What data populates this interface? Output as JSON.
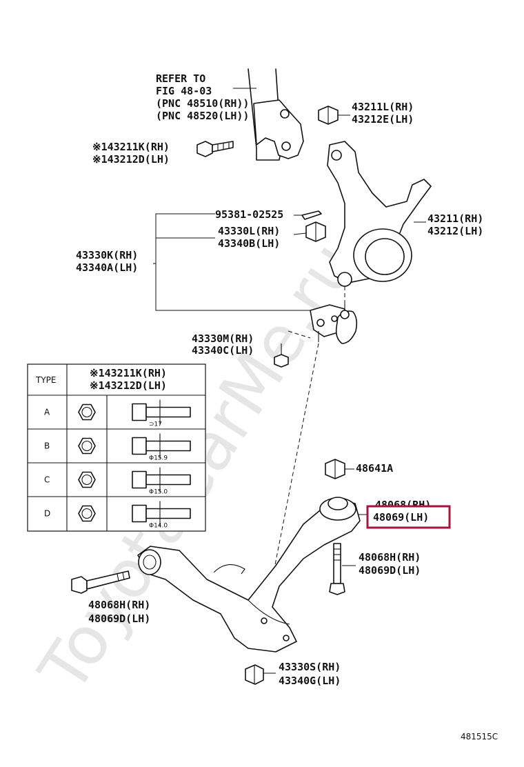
{
  "watermark": "ToyotaCarMe.ru",
  "refer": {
    "line1": "REFER TO",
    "line2": "FIG 48-03",
    "line3": "(PNC 48510(RH))",
    "line4": "(PNC 48520(LH))"
  },
  "labels": {
    "l43211L": "43211L(RH)",
    "l43212E": "43212E(LH)",
    "l143211K": "※143211K(RH)",
    "l143212D": "※143212D(LH)",
    "l95381": "95381-02525",
    "l43211": "43211(RH)",
    "l43212": "43212(LH)",
    "l43330L": "43330L(RH)",
    "l43340B": "43340B(LH)",
    "l43330K": "43330K(RH)",
    "l43340A": "43340A(LH)",
    "l43330M": "43330M(RH)",
    "l43340C": "43340C(LH)",
    "l48641A": "48641A",
    "l48068RH": "48068(RH)",
    "l48069LH": "48069(LH)",
    "l48068H_right": "48068H(RH)",
    "l48069D_right": "48069D(LH)",
    "l48068H_left": "48068H(RH)",
    "l48069D_left": "48069D(LH)",
    "l43330S": "43330S(RH)",
    "l43340G": "43340G(LH)"
  },
  "highlight_color": "#a8143c",
  "table": {
    "header_type": "TYPE",
    "header_part1": "※143211K(RH)",
    "header_part2": "※143212D(LH)",
    "rows": [
      {
        "type": "A",
        "dim": "⊃17"
      },
      {
        "type": "B",
        "dim": "Φ15.9"
      },
      {
        "type": "C",
        "dim": "Φ15.0"
      },
      {
        "type": "D",
        "dim": "Φ14.0"
      }
    ]
  },
  "figure_code": "481515C"
}
